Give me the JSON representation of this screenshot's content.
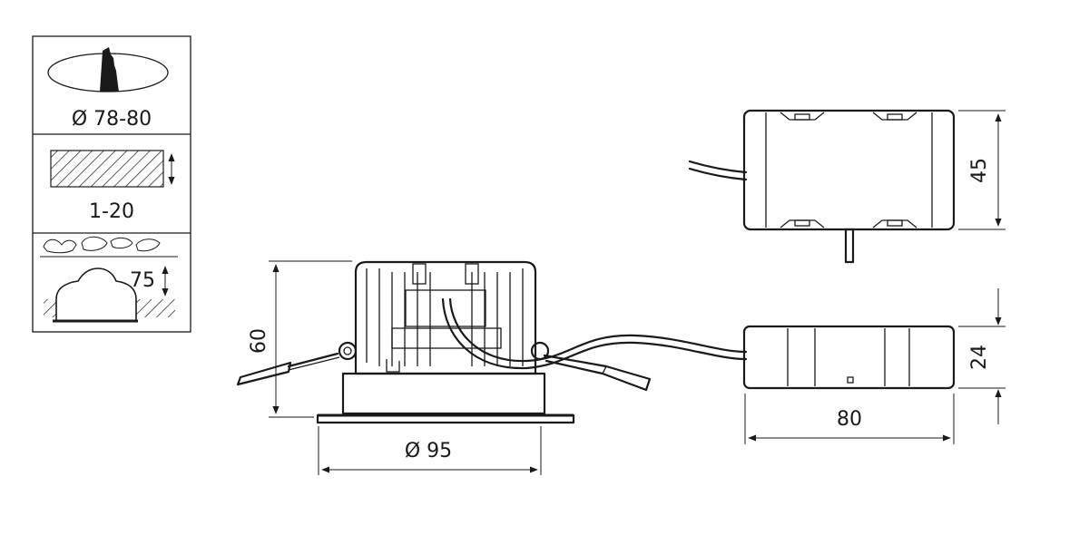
{
  "legend": {
    "cutout_label": "Ø 78-80",
    "ceiling_thickness_label": "1-20",
    "recess_depth_label": "75"
  },
  "dimensions": {
    "fixture_height": "60",
    "fixture_diameter": "Ø 95",
    "driver_top_height": "45",
    "driver_side_height": "24",
    "driver_length": "80"
  }
}
